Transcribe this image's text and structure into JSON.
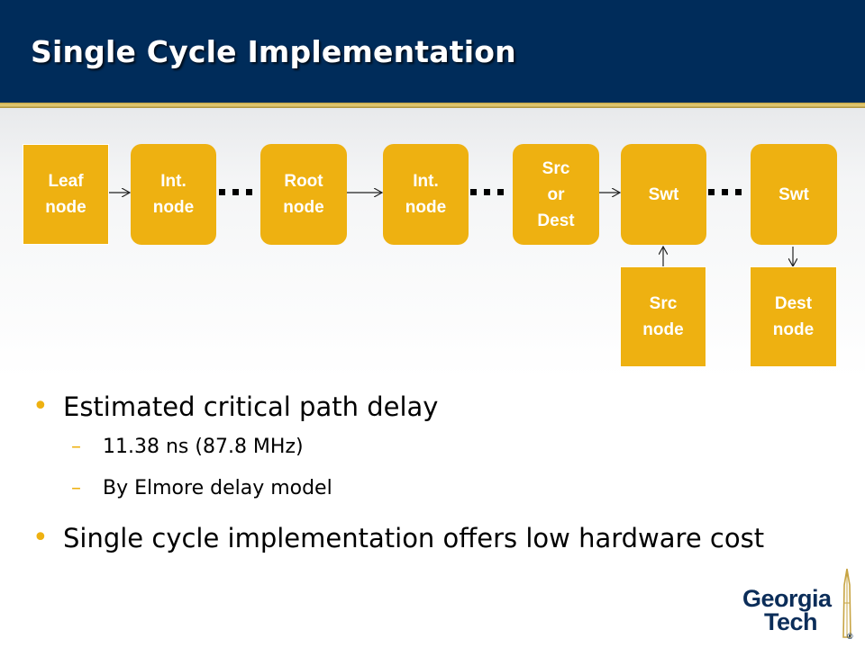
{
  "slide": {
    "title": "Single Cycle Implementation"
  },
  "diagram": {
    "nodes": [
      {
        "id": "leaf",
        "label": "Leaf\nnode"
      },
      {
        "id": "int1",
        "label": "Int.\nnode"
      },
      {
        "id": "root",
        "label": "Root\nnode"
      },
      {
        "id": "int2",
        "label": "Int.\nnode"
      },
      {
        "id": "srcdest",
        "label": "Src\nor\nDest"
      },
      {
        "id": "swt1",
        "label": "Swt"
      },
      {
        "id": "swt2",
        "label": "Swt"
      },
      {
        "id": "srcnode",
        "label": "Src\nnode"
      },
      {
        "id": "destnode",
        "label": "Dest\nnode"
      }
    ]
  },
  "bullets": [
    {
      "text": "Estimated critical path delay",
      "sub": [
        "11.38 ns (87.8 MHz)",
        "By Elmore delay model"
      ]
    },
    {
      "text": "Single cycle implementation offers low hardware cost",
      "sub": []
    }
  ],
  "logo": {
    "line1": "Georgia",
    "line2": "Tech",
    "mark": "®"
  },
  "colors": {
    "header": "#002c5a",
    "accent": "#eeb111",
    "gold_rule": "#c7a443"
  }
}
